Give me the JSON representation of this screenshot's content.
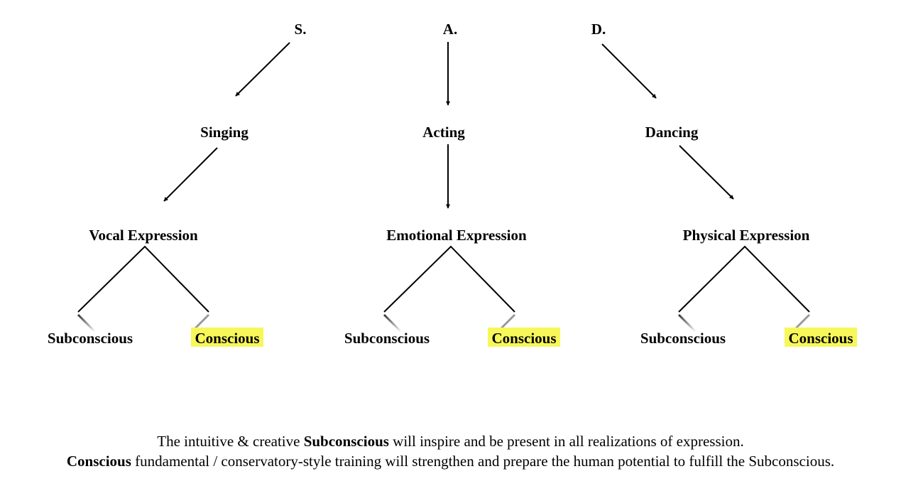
{
  "diagram": {
    "columns": [
      {
        "letter": "S.",
        "art": "Singing",
        "expression": "Vocal Expression",
        "left_leaf": "Subconscious",
        "right_leaf": "Conscious"
      },
      {
        "letter": "A.",
        "art": "Acting",
        "expression": "Emotional Expression",
        "left_leaf": "Subconscious",
        "right_leaf": "Conscious"
      },
      {
        "letter": "D.",
        "art": "Dancing",
        "expression": "Physical Expression",
        "left_leaf": "Subconscious",
        "right_leaf": "Conscious"
      }
    ],
    "highlight_color": "#f7f75a"
  },
  "caption": {
    "line1": {
      "before": "The intuitive & creative ",
      "bold": "Subconscious",
      "after": " will inspire and be present in all realizations of expression."
    },
    "line2": {
      "bold": "Conscious",
      "after": " fundamental / conservatory-style training will strengthen and prepare the human potential to fulfill the Subconscious."
    }
  }
}
